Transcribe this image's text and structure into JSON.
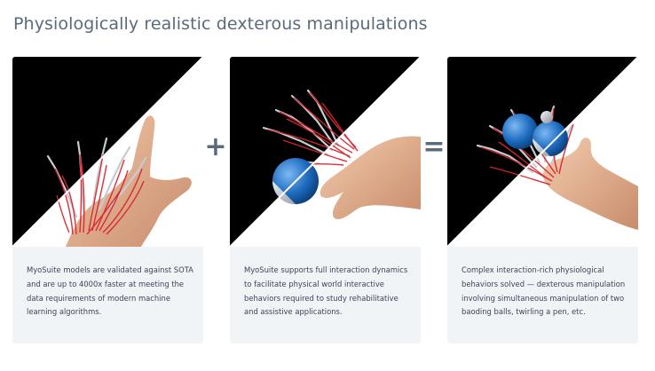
{
  "title": "Physiologically realistic dexterous manipulations",
  "operators": {
    "plus": "+",
    "equals": "="
  },
  "cards": [
    {
      "text": "MyoSuite models are validated against SOTA and are up to 4000x faster at meeting the data requirements of modern machine learning algorithms."
    },
    {
      "text": "MyoSuite supports full interaction dynamics to facilitate physical world interactive behaviors required to study rehabilitative and assistive applications."
    },
    {
      "text": "Complex interaction-rich physiological behaviors solved — dexterous manipulation involving simultaneous manipulation of two baoding balls, twirling a pen, etc."
    }
  ],
  "colors": {
    "title": "#5a6a7d",
    "card_background": "#f1f4f7",
    "image_background": "#000000",
    "muscle": "#d8262f",
    "skin": "#e8b898",
    "ball_blue": "#1e73c8",
    "ball_silver": "#b8bec6"
  }
}
